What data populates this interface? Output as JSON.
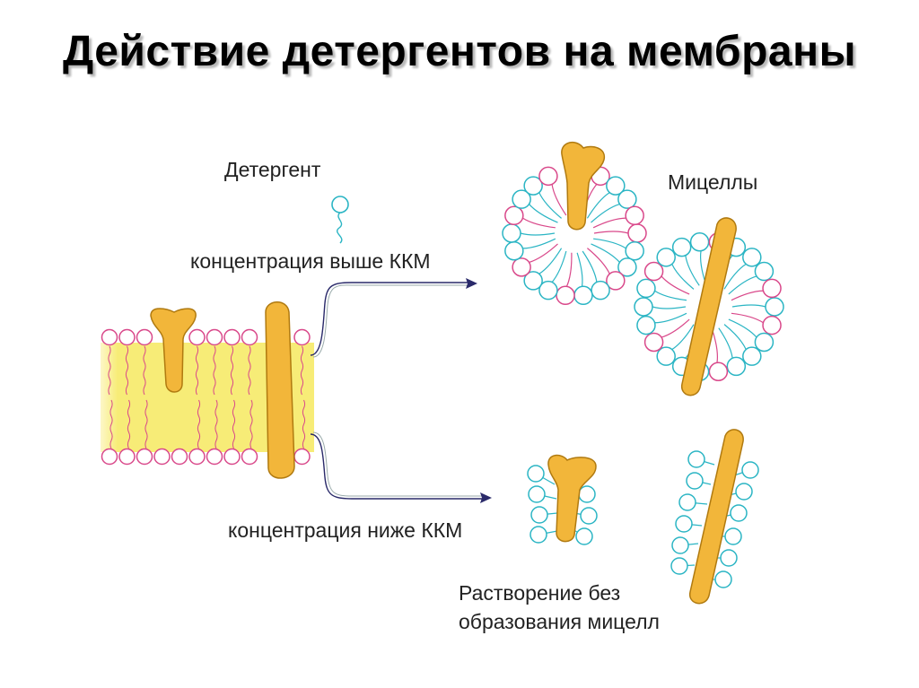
{
  "title": "Действие детергентов на мембраны",
  "labels": {
    "detergent": "Детергент",
    "above_cmc": "концентрация выше ККМ",
    "below_cmc": "концентрация ниже ККМ",
    "micelles": "Мицеллы",
    "dissolve_line1": "Растворение без",
    "dissolve_line2": "образования мицелл"
  },
  "colors": {
    "protein": "#f2b63a",
    "protein_stroke": "#b07a10",
    "lipid_head": "#d9488a",
    "detergent_head": "#2bb5c4",
    "bilayer_fill": "#f7ec77",
    "arrow": "#2a2a6a"
  }
}
